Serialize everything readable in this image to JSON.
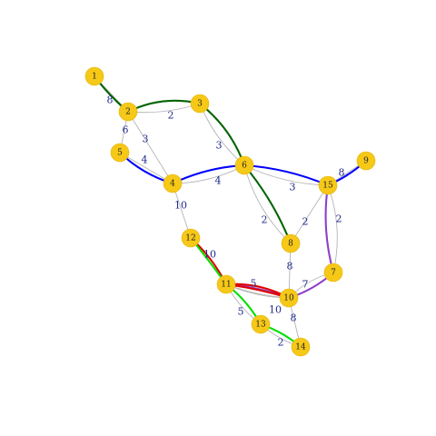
{
  "colors": {
    "node_fill": "#f6c817",
    "edge_gray": "#b4b4b4",
    "label_blue": "#1f2a8c",
    "path_darkgreen": "#006400",
    "path_blue": "#0000ff",
    "path_purple": "#8e3fc7",
    "path_red": "#e00000",
    "path_green": "#00e000"
  },
  "nodes": [
    {
      "id": "1",
      "label": "1"
    },
    {
      "id": "2",
      "label": "2"
    },
    {
      "id": "3",
      "label": "3"
    },
    {
      "id": "4",
      "label": "4"
    },
    {
      "id": "5",
      "label": "5"
    },
    {
      "id": "6",
      "label": "6"
    },
    {
      "id": "7",
      "label": "7"
    },
    {
      "id": "8",
      "label": "8"
    },
    {
      "id": "9",
      "label": "9"
    },
    {
      "id": "10",
      "label": "10"
    },
    {
      "id": "11",
      "label": "11"
    },
    {
      "id": "12",
      "label": "12"
    },
    {
      "id": "13",
      "label": "13"
    },
    {
      "id": "14",
      "label": "14"
    },
    {
      "id": "15",
      "label": "15"
    }
  ],
  "edges": [
    {
      "from": "1",
      "to": "2",
      "weight": "8",
      "highlight": "darkgreen"
    },
    {
      "from": "2",
      "to": "3",
      "weight": "2",
      "highlight": "darkgreen"
    },
    {
      "from": "3",
      "to": "6",
      "weight": "3",
      "highlight": "darkgreen"
    },
    {
      "from": "6",
      "to": "8",
      "weight": "2",
      "highlight": "darkgreen"
    },
    {
      "from": "2",
      "to": "5",
      "weight": "6",
      "highlight": "none"
    },
    {
      "from": "2",
      "to": "4",
      "weight": "3",
      "highlight": "none"
    },
    {
      "from": "5",
      "to": "4",
      "weight": "4",
      "highlight": "blue"
    },
    {
      "from": "4",
      "to": "6",
      "weight": "4",
      "highlight": "blue"
    },
    {
      "from": "6",
      "to": "15",
      "weight": "3",
      "highlight": "blue"
    },
    {
      "from": "15",
      "to": "9",
      "weight": "8",
      "highlight": "blue"
    },
    {
      "from": "15",
      "to": "8",
      "weight": "2",
      "highlight": "none"
    },
    {
      "from": "15",
      "to": "7",
      "weight": "2",
      "highlight": "purple"
    },
    {
      "from": "7",
      "to": "10",
      "weight": "7",
      "highlight": "purple"
    },
    {
      "from": "10",
      "to": "11",
      "weight": "5",
      "highlight": "purple"
    },
    {
      "from": "4",
      "to": "12",
      "weight": "10",
      "highlight": "none"
    },
    {
      "from": "12",
      "to": "11",
      "weight": "10",
      "highlight": "red"
    },
    {
      "from": "11",
      "to": "10",
      "weight": "10",
      "highlight": "red"
    },
    {
      "from": "8",
      "to": "10",
      "weight": "8",
      "highlight": "none"
    },
    {
      "from": "11",
      "to": "13",
      "weight": "5",
      "highlight": "green"
    },
    {
      "from": "13",
      "to": "14",
      "weight": "2",
      "highlight": "green"
    },
    {
      "from": "10",
      "to": "14",
      "weight": "8",
      "highlight": "none"
    }
  ]
}
